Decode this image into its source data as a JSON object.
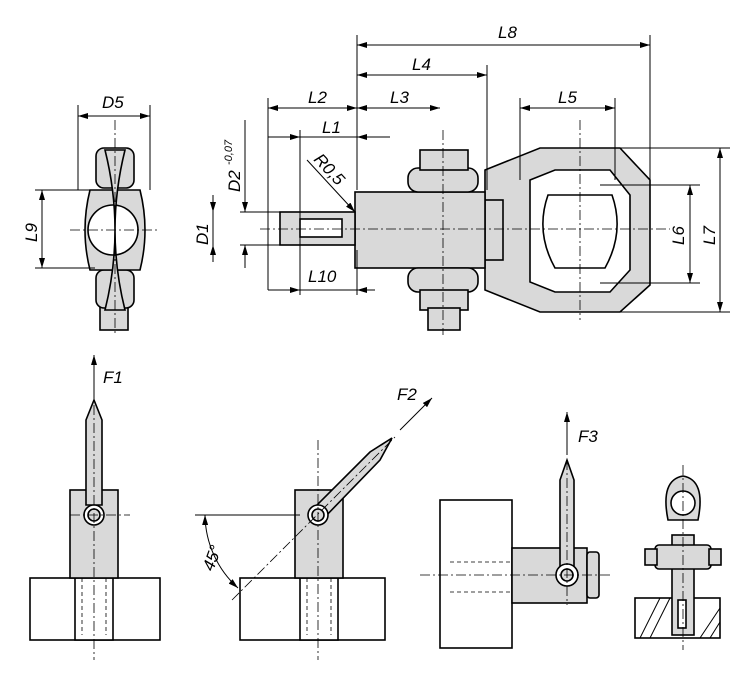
{
  "labels": {
    "D5": "D5",
    "L9": "L9",
    "L2": "L2",
    "L1": "L1",
    "D2": "D2",
    "D2_tol": "-0,07",
    "R": "R0,5",
    "D1": "D1",
    "L10": "L10",
    "L3": "L3",
    "L4": "L4",
    "L8": "L8",
    "L5": "L5",
    "L6": "L6",
    "L7": "L7",
    "F1": "F1",
    "F2": "F2",
    "F3": "F3",
    "angle": "45°"
  },
  "colors": {
    "part_fill": "#d9d9d9",
    "line": "#000000"
  }
}
